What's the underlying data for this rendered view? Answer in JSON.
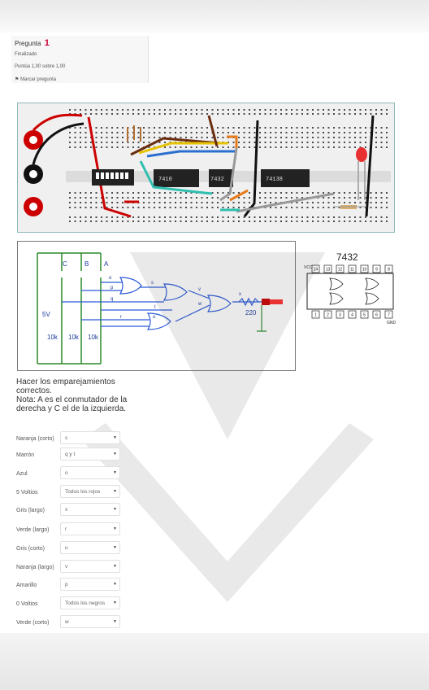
{
  "question": {
    "label": "Pregunta",
    "number": "1",
    "status": "Finalizado",
    "score": "Puntúa 1,00 sobre 1,00",
    "flag_label": "Marcar pregunta"
  },
  "breadboard": {
    "chips": [
      "7410",
      "7432",
      "74138"
    ]
  },
  "schematic": {
    "switches": [
      "C",
      "B",
      "A"
    ],
    "voltage": "5V",
    "resistors": [
      "10k",
      "10k",
      "10k"
    ],
    "led_resistor": "220",
    "nodes": [
      "o",
      "p",
      "q",
      "r",
      "s",
      "t",
      "u",
      "v",
      "w",
      "x"
    ]
  },
  "chip_diagram": {
    "title": "7432",
    "vcc": "VCC",
    "gnd": "GND",
    "top_pins": [
      "14",
      "13",
      "12",
      "11",
      "10",
      "9",
      "8"
    ],
    "bottom_pins": [
      "1",
      "2",
      "3",
      "4",
      "5",
      "6",
      "7"
    ]
  },
  "instructions": {
    "line1": "Hacer los emparejamientos correctos.",
    "line2": "Nota: A es el conmutador de la derecha y C el de la izquierda."
  },
  "matches": [
    {
      "label": "Naranja (corto)",
      "value": "s"
    },
    {
      "label": "Marrón",
      "value": "q y t"
    },
    {
      "label": "Azul",
      "value": "o"
    },
    {
      "label": "5 Voltios",
      "value": "Todos los rojos"
    },
    {
      "label": "Gris (largo)",
      "value": "x"
    },
    {
      "label": "Verde (largo)",
      "value": "r"
    },
    {
      "label": "Gris (corto)",
      "value": "u"
    },
    {
      "label": "Naranja (largo)",
      "value": "v"
    },
    {
      "label": "Amarillo",
      "value": "p"
    },
    {
      "label": "0 Voltios",
      "value": "Todos los negros"
    },
    {
      "label": "Verde (corto)",
      "value": "w"
    }
  ],
  "colors": {
    "accent_red": "#cc0000",
    "board_border": "#8fb8b8"
  },
  "icons": {
    "flag": "flag-icon",
    "dropdown": "caret-down-icon"
  }
}
